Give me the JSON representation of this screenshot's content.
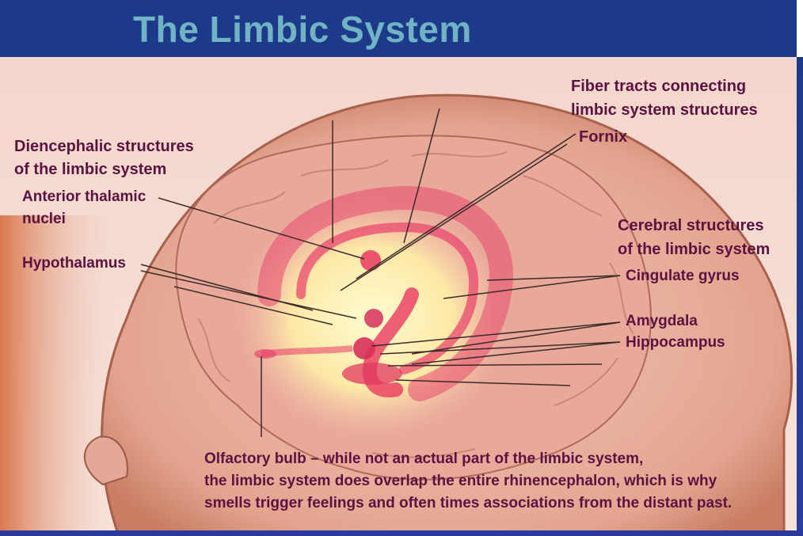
{
  "title": "The Limbic System",
  "colors": {
    "title_bar": "#1d3a8a",
    "title_text": "#6fb3c4",
    "label_text": "#5a1240",
    "limbic_structure": "#e8486e",
    "highlight_glow": "#fff6b0",
    "skin": "#e9b3a3"
  },
  "labels": {
    "fiber_tracts_line1": "Fiber tracts connecting",
    "fiber_tracts_line2": "limbic system structures",
    "fornix": "Fornix",
    "diencephalic_line1": "Diencephalic structures",
    "diencephalic_line2": "of the limbic system",
    "anterior_thalamic_line1": "Anterior thalamic",
    "anterior_thalamic_line2": "nuclei",
    "hypothalamus": "Hypothalamus",
    "cerebral_line1": "Cerebral structures",
    "cerebral_line2": "of the limbic system",
    "cingulate_gyrus": "Cingulate gyrus",
    "amygdala": "Amygdala",
    "hippocampus": "Hippocampus"
  },
  "caption": {
    "line1": "Olfactory bulb – while not an actual part of the limbic system,",
    "line2": "the limbic system does overlap the entire rhinencephalon, which is why",
    "line3": "smells trigger feelings and often times associations from the distant past."
  }
}
